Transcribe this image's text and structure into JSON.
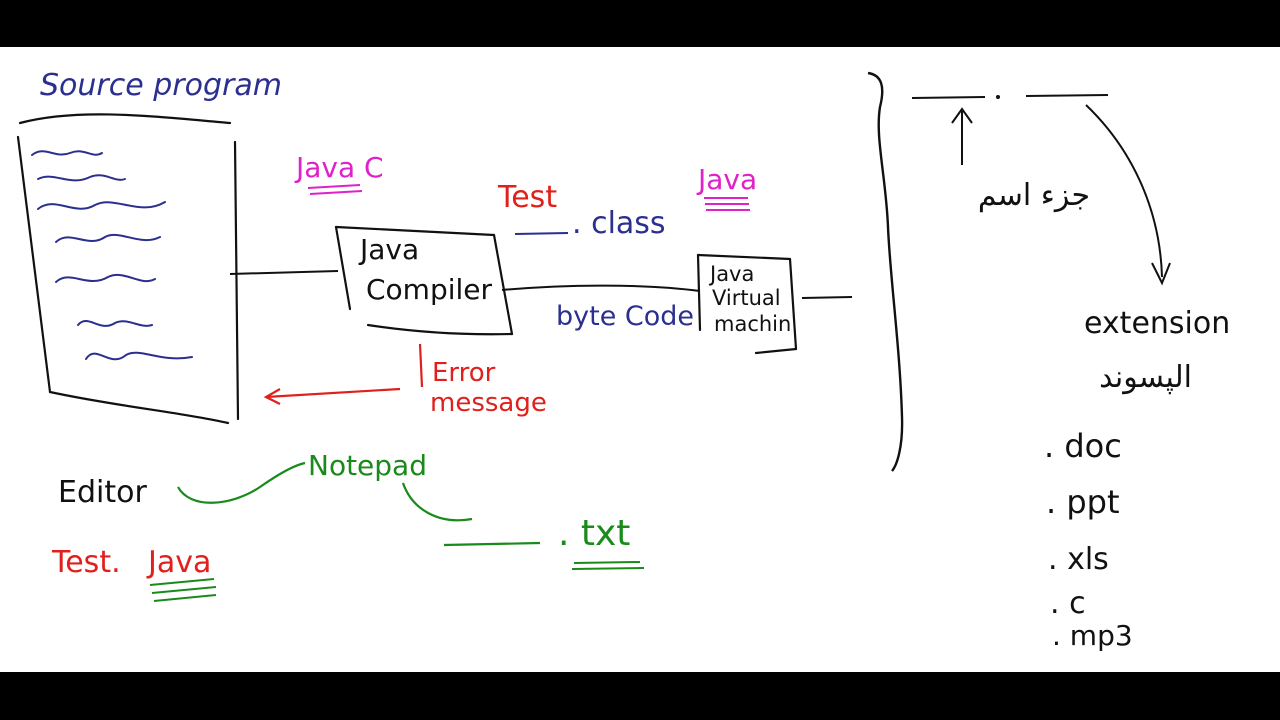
{
  "colors": {
    "navy": "#2b2f8f",
    "black": "#111111",
    "red": "#e0201c",
    "magenta": "#e020c8",
    "green": "#1a8a1a"
  },
  "source": {
    "title": "Source program"
  },
  "compiler": {
    "label_line1": "Java",
    "label_line2": "Compiler",
    "command": "Java C"
  },
  "class_file": {
    "name": "Test",
    "extension": ". class",
    "bytecode_label": "byte Code"
  },
  "jvm": {
    "command": "Java",
    "label_line1": "Java",
    "label_line2": "Virtual",
    "label_line3": "machin"
  },
  "error": {
    "line1": "Error",
    "line2": "message"
  },
  "editor": {
    "label": "Editor",
    "tool": "Notepad",
    "extension": ". txt",
    "filename_part1": "Test.",
    "filename_part2": "Java"
  },
  "filename_notes": {
    "persian_name": "جزء اسم",
    "persian_ext": "الپسوند",
    "extension_label": "extension",
    "extensions": [
      ". doc",
      ". ppt",
      ". xls",
      ". c",
      ". mp3"
    ]
  }
}
